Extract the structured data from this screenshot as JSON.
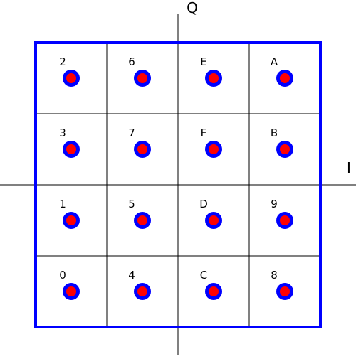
{
  "axes": {
    "horizontal_label": "I",
    "vertical_label": "Q",
    "line_color": "#000000"
  },
  "frame": {
    "color": "#0000ff"
  },
  "grid": {
    "line_color": "#000000"
  },
  "point_style": {
    "outer_color": "#0000ff",
    "inner_color": "#ff0000"
  },
  "constellation": [
    [
      "2",
      "6",
      "E",
      "A"
    ],
    [
      "3",
      "7",
      "F",
      "B"
    ],
    [
      "1",
      "5",
      "D",
      "9"
    ],
    [
      "0",
      "4",
      "C",
      "8"
    ]
  ]
}
